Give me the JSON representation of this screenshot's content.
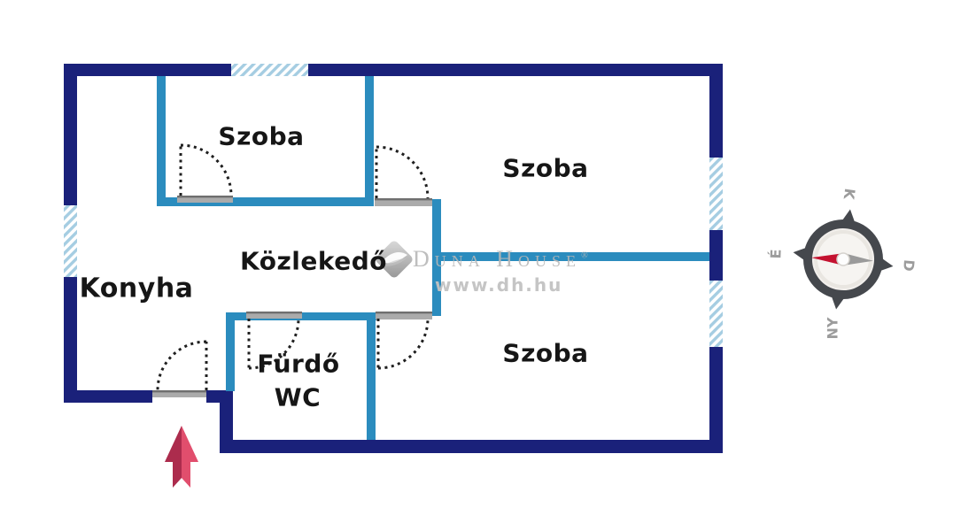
{
  "rooms": {
    "szoba_top_left": {
      "label": "Szoba"
    },
    "szoba_top_right": {
      "label": "Szoba"
    },
    "kozlekedo": {
      "label": "Közlekedő"
    },
    "konyha": {
      "label": "Konyha"
    },
    "furdo": {
      "label": "Fürdő"
    },
    "wc": {
      "label": "WC"
    },
    "szoba_bottom": {
      "label": "Szoba"
    }
  },
  "watermark": {
    "brand": "Duna House",
    "registered_mark": "®",
    "url": "www.dh.hu"
  },
  "compass": {
    "north_label": "É",
    "east_label": "K",
    "south_label": "D",
    "west_label": "NY"
  },
  "colors": {
    "background": "#ffffff",
    "outer_wall": "#1a217a",
    "inner_wall": "#2b8cbe",
    "window_stripe": "#a5cde2",
    "door_threshold": "#ababab",
    "door_threshold_edge": "#6f6f6f",
    "door_swing": "#1f1f1f",
    "entrance_arrow_dark": "#ac2c4d",
    "entrance_arrow_light": "#e14e6d",
    "watermark_gray": "#b7b7b7",
    "compass_body": "#45484d",
    "compass_face": "#f2efec",
    "compass_needle_north": "#c41230",
    "compass_needle_south": "#9a9a9a"
  }
}
